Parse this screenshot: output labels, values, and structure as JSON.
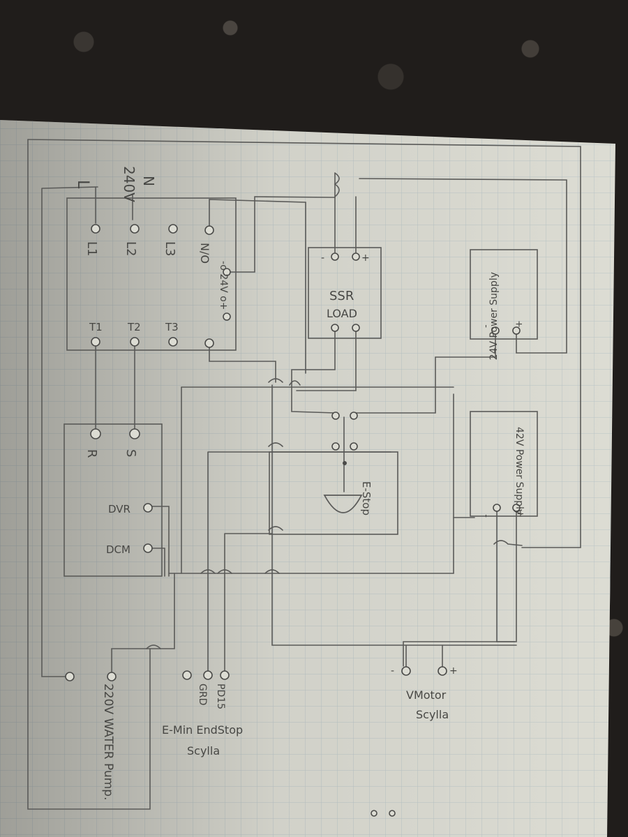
{
  "diagram": {
    "supply": {
      "l_label": "L",
      "voltage_label": "240V",
      "n_label": "N"
    },
    "vfd": {
      "input_terminals": [
        "L1",
        "L2",
        "L3"
      ],
      "no_label": "N/O",
      "control_label": "-o 24V o+",
      "output_terminals": [
        "T1",
        "T2",
        "T3"
      ]
    },
    "ssr": {
      "title": "SSR",
      "subtitle": "LOAD",
      "input_polarity": [
        "-",
        "+"
      ]
    },
    "supply_24v": {
      "label": "24V Power Supply",
      "polarity": [
        "-",
        "+"
      ]
    },
    "supply_42v": {
      "label": "42V Power Supply",
      "polarity": [
        "-",
        "+"
      ]
    },
    "pump_driver": {
      "inputs": [
        "R",
        "S"
      ],
      "outputs": [
        "DVR",
        "DCM"
      ]
    },
    "estop": {
      "label": "E-Stop"
    },
    "bottom_labels": {
      "pump": "220V WATER Pump.",
      "endstop_grd": "GRD",
      "endstop_pd": "PD15",
      "endstop_title": "E-Min EndStop",
      "endstop_board": "Scylla",
      "motor_polarity": [
        "-",
        "+"
      ],
      "motor_title": "VMotor",
      "motor_board": "Scylla"
    }
  }
}
